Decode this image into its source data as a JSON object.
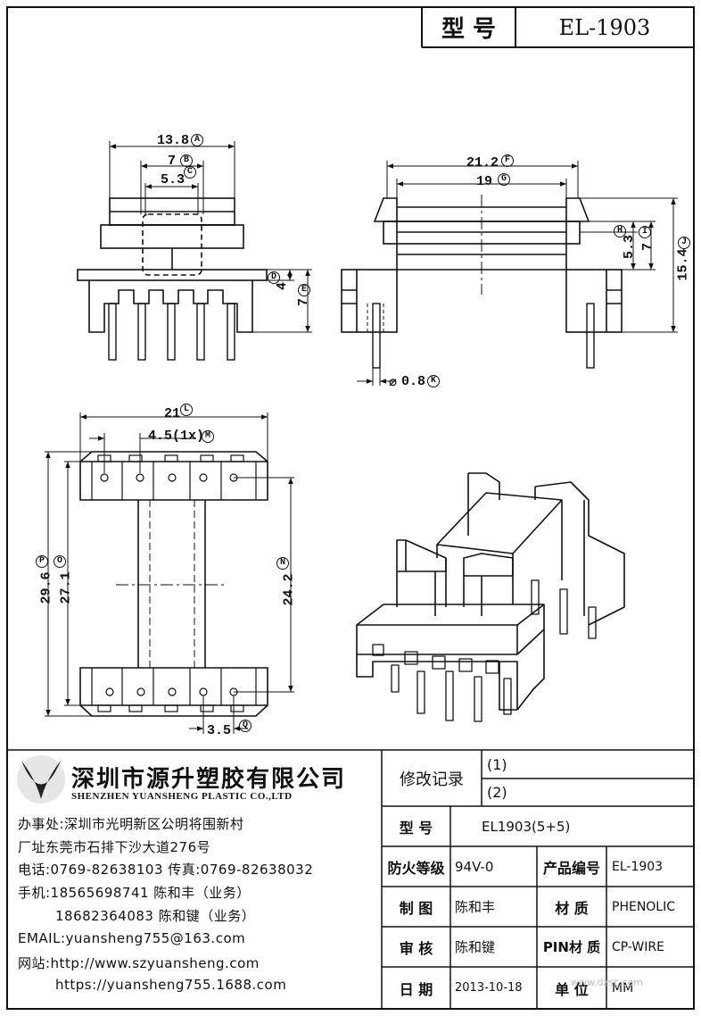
{
  "header": {
    "model_label": "型 号",
    "model_value": "EL-1903"
  },
  "dims": {
    "A": "13.8",
    "B": "7",
    "C": "5.3",
    "D": "4",
    "E": "7",
    "F": "21.2",
    "G": "19",
    "H": "5.3",
    "I": "7",
    "J": "15.4",
    "K": "0.8",
    "L": "21",
    "M": "4.5(1x)",
    "N": "24.2",
    "O": "27.1",
    "P": "29.6",
    "Q": "3.5"
  },
  "markers": {
    "A": "A",
    "B": "B",
    "C": "C",
    "D": "D",
    "E": "E",
    "F": "F",
    "G": "G",
    "H": "H",
    "I": "I",
    "J": "J",
    "K": "K",
    "L": "L",
    "M": "M",
    "N": "N",
    "O": "O",
    "P": "P",
    "Q": "Q"
  },
  "dia_symbol": "⌀",
  "company": {
    "name_cn": "深圳市源升塑胶有限公司",
    "name_en": "SHENZHEN YUANSHENG PLASTIC CO.,LTD",
    "office": "办事处:深圳市光明新区公明将围新村",
    "factory": "厂址东莞市石排下沙大道276号",
    "phone": "电话:0769-82638103 传真:0769-82638032",
    "mobile1": "手机:18565698741 陈和丰（业务）",
    "mobile2": "18682364083 陈和键（业务）",
    "email": "EMAIL:yuansheng755@163.com",
    "web1": "网站:http://www.szyuansheng.com",
    "web2": "https://yuansheng755.1688.com"
  },
  "table": {
    "revision_label": "修改记录",
    "rev1": "(1)",
    "rev2": "(2)",
    "model_label": "型 号",
    "model_value": "EL1903(5+5)",
    "fire_label": "防火等级",
    "fire_value": "94V-0",
    "product_no_label": "产品编号",
    "product_no_value": "EL-1903",
    "drawn_label": "制 图",
    "drawn_value": "陈和丰",
    "material_label": "材 质",
    "material_value": "PHENOLIC",
    "review_label": "审 核",
    "review_value": "陈和键",
    "pin_material_label": "PIN材 质",
    "pin_material_value": "CP-WIRE",
    "date_label": "日 期",
    "date_value": "2013-10-18",
    "unit_label": "单 位",
    "unit_value": "MM"
  },
  "watermark": "www.dzsc.com"
}
